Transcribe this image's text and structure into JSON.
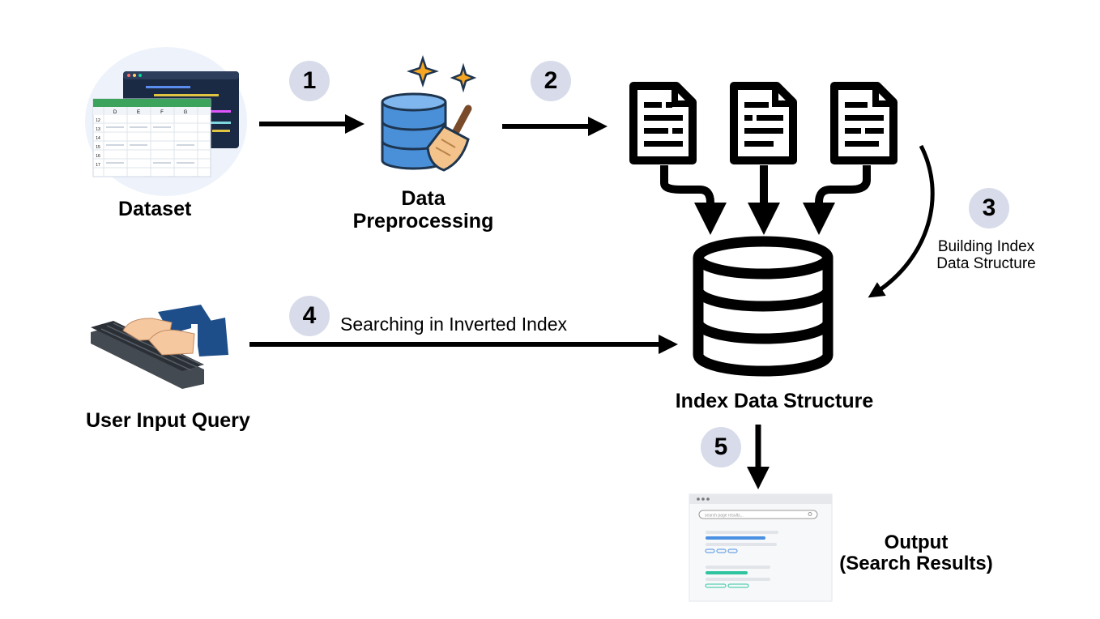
{
  "nodes": {
    "dataset": {
      "label": "Dataset"
    },
    "preprocessing": {
      "label_line1": "Data",
      "label_line2": "Preprocessing"
    },
    "index": {
      "label": "Index Data Structure"
    },
    "query": {
      "label": "User Input Query"
    },
    "output": {
      "label_line1": "Output",
      "label_line2": "(Search Results)"
    }
  },
  "steps": [
    {
      "number": "1"
    },
    {
      "number": "2"
    },
    {
      "number": "3",
      "label_line1": "Building Index",
      "label_line2": "Data Structure"
    },
    {
      "number": "4",
      "label": "Searching in Inverted Index"
    },
    {
      "number": "5"
    }
  ],
  "icons": {
    "dataset": "spreadsheet-code-icon",
    "preprocessing": "database-broom-icon",
    "documents": "document-icon",
    "index": "database-icon",
    "query": "keyboard-hands-icon",
    "output": "search-results-page-icon"
  },
  "spreadsheet": {
    "columns": [
      "D",
      "E",
      "F",
      "G"
    ],
    "rows": [
      "12",
      "13",
      "14",
      "15",
      "16",
      "17"
    ]
  },
  "search_page": {
    "placeholder": "search page results..."
  },
  "colors": {
    "badge": "#d8dcea",
    "db_blue": "#4a90d9",
    "db_dark": "#1e5fa8",
    "sparkle": "#f5a623",
    "result_blue": "#4a90e2",
    "result_green": "#2ec4a0",
    "sleeve": "#1d4e89",
    "skin": "#f6c89f"
  }
}
